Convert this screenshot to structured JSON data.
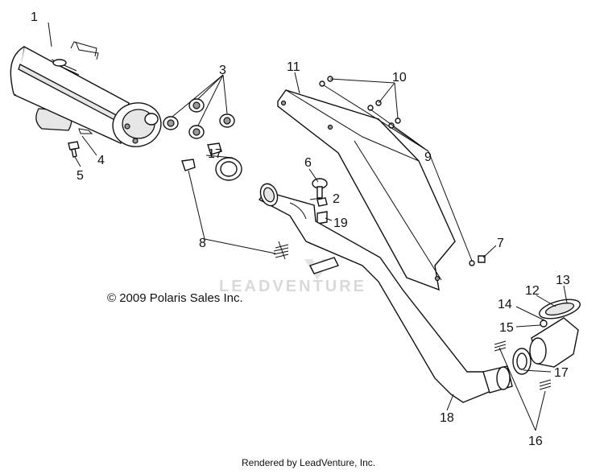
{
  "copyright": "© 2009 Polaris Sales Inc.",
  "footer": "Rendered by LeadVenture, Inc.",
  "watermark": "LEADVENTURE",
  "callouts": {
    "c1": "1",
    "c2": "2",
    "c3": "3",
    "c4": "4",
    "c5": "5",
    "c6": "6",
    "c7": "7",
    "c8": "8",
    "c9": "9",
    "c10": "10",
    "c11": "11",
    "c12": "12",
    "c13": "13",
    "c14": "14",
    "c15": "15",
    "c16": "16",
    "c17a": "17",
    "c17b": "17",
    "c18": "18",
    "c19": "19"
  }
}
